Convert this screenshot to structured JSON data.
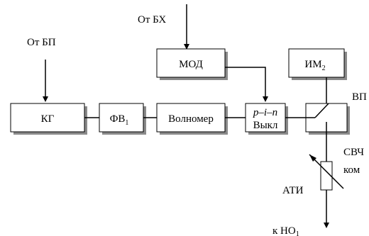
{
  "inputs": {
    "from_bp": "От БП",
    "from_bh": "От БХ"
  },
  "blocks": {
    "kg": "КГ",
    "fv1": {
      "base": "ФВ",
      "sub": "1"
    },
    "wavemeter": "Волномер",
    "mod": "МОД",
    "pin_switch": {
      "line1": "p–i–n",
      "line2": "Выкл"
    },
    "im2": {
      "base": "ИМ",
      "sub": "2"
    }
  },
  "labels": {
    "vp": "ВП",
    "svch": "СВЧ",
    "kom": "ком",
    "ati": "АТИ",
    "to_ho1": {
      "base": "к НО",
      "sub": "1"
    }
  }
}
